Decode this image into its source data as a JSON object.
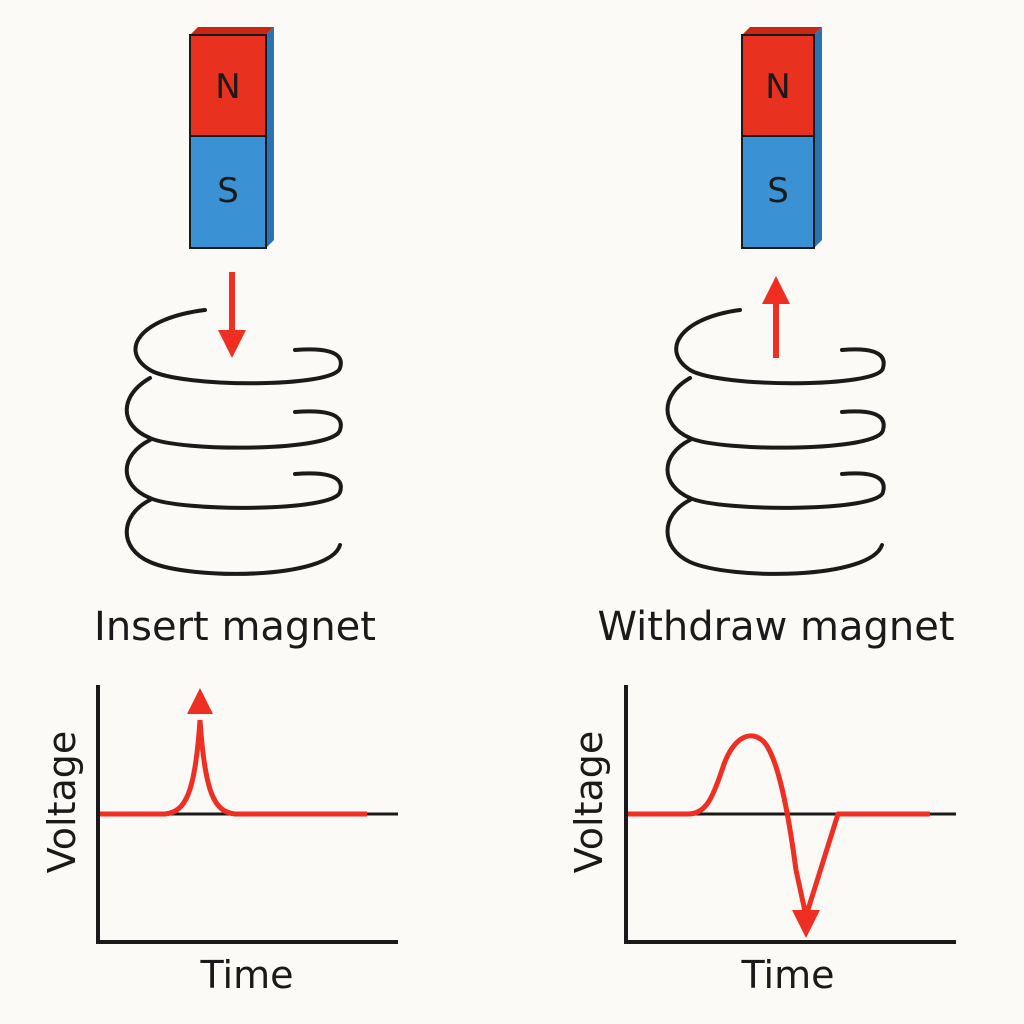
{
  "colors": {
    "north": "#e8321f",
    "south": "#3a92d4",
    "motion": "#ee2f22",
    "ink": "#1a1a1a",
    "background": "#fcfaf6"
  },
  "panels": [
    {
      "magnet": {
        "north_label": "N",
        "south_label": "S"
      },
      "motion_arrow": "down-arrow-icon",
      "caption": "Insert magnet",
      "graph": {
        "ylabel": "Voltage",
        "xlabel": "Time"
      }
    },
    {
      "magnet": {
        "north_label": "N",
        "south_label": "S"
      },
      "motion_arrow": "up-arrow-icon",
      "caption": "Withdraw magnet",
      "graph": {
        "ylabel": "Voltage",
        "xlabel": "Time"
      }
    }
  ]
}
